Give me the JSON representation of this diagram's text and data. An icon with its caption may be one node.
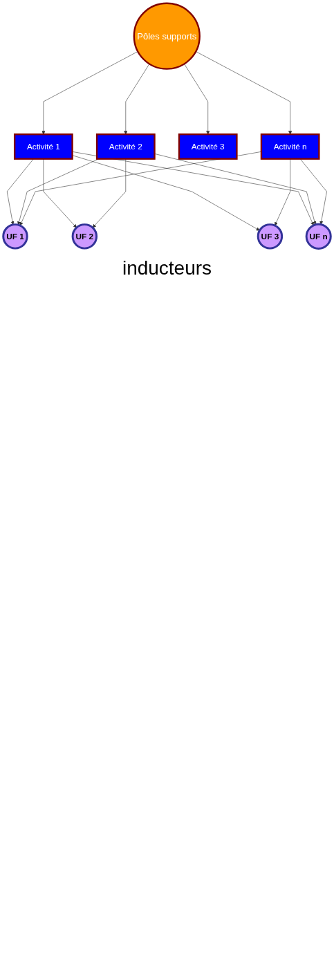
{
  "diagram": {
    "nodes": [
      {
        "text": [
          "Pôles supports"
        ]
      },
      {
        "text": [
          "Activité 1"
        ]
      },
      {
        "text": [
          "Activité 2"
        ]
      },
      {
        "text": [
          "Activité 3"
        ]
      },
      {
        "text": [
          "Activité n"
        ]
      },
      {
        "text": [
          "UF 1"
        ]
      },
      {
        "text": [
          "UF 2"
        ]
      },
      {
        "text": [
          "UF 3"
        ]
      },
      {
        "text": [
          "UF n"
        ]
      }
    ],
    "edges": [
      {
        "from": 0,
        "to": 1,
        "arrow": "to"
      },
      {
        "from": 0,
        "to": 2,
        "arrow": "to"
      },
      {
        "from": 0,
        "to": 3,
        "arrow": "to"
      },
      {
        "from": 0,
        "to": 4,
        "arrow": "to"
      },
      {
        "from": 1,
        "to": 5,
        "arrow": "to"
      },
      {
        "from": 1,
        "to": 6,
        "arrow": "to"
      },
      {
        "from": 1,
        "to": 7,
        "arrow": "to"
      },
      {
        "from": 1,
        "to": 8,
        "arrow": "to"
      },
      {
        "from": 2,
        "to": 5,
        "arrow": "to"
      },
      {
        "from": 2,
        "to": 6,
        "arrow": "to"
      },
      {
        "from": 2,
        "to": 8,
        "arrow": "to"
      },
      {
        "from": 4,
        "to": 5,
        "arrow": "to"
      },
      {
        "from": 4,
        "to": 7,
        "arrow": "to"
      },
      {
        "from": 4,
        "to": 8,
        "arrow": "to"
      }
    ],
    "labels": [
      "inducteurs"
    ]
  }
}
